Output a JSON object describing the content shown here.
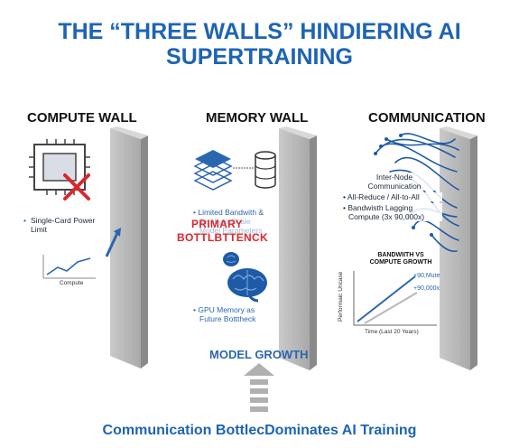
{
  "title": {
    "line1": "THE “THREE WALLS” HINDIERING AI",
    "line2": "SUPERTRAINING"
  },
  "columns": {
    "compute": {
      "heading": "COMPUTE WALL",
      "bullet": "Single-Card Power Limit",
      "chart_xlabel": "Compute"
    },
    "memory": {
      "heading": "MEMORY WALL",
      "bullet1_line1": "Limited Bandwith &",
      "bullet1_faded1": "Terabyte-Scale",
      "bullet1_faded2": "Model Parameters",
      "overlay_line1": "PRIMARY",
      "overlay_line2": "BOTTLBTTENCK",
      "bullet2_line1": "GPU Memory as",
      "bullet2_line2": "Future Botttheck"
    },
    "communication": {
      "heading": "COMMUNICATION",
      "intro_line1": "Inter-Node",
      "intro_line2": "Communication",
      "bullet1": "All-Reduce / All-to-All",
      "bullet2_line1": "Bandwisth Lagging",
      "bullet2_line2": "Compute (3x 90,000x)",
      "chart_title_line1": "BANDWIITH VS",
      "chart_title_line2": "COMPUTE GROWTH",
      "chart_ylabel": "Performaic Uncase",
      "chart_xlabel": "Time (Last 20 Years)",
      "annot1": "+90,Mute",
      "annot2": "+90,000x"
    }
  },
  "model_growth": "MODEL GROWTH",
  "footer": "Communication BottlecDominates AI Training",
  "colors": {
    "title_blue": "#1d64b3",
    "accent_blue": "#2b66b0",
    "red": "#d8282e",
    "wall_front": "#b4b4b4",
    "wall_side": "#8a8a8a"
  },
  "icons": [
    "cpu-chip-icon",
    "red-x-icon",
    "up-arrow-icon",
    "stacked-layers-icon",
    "database-icon",
    "brain-icon",
    "network-cables-icon",
    "upward-arrow-icon"
  ]
}
